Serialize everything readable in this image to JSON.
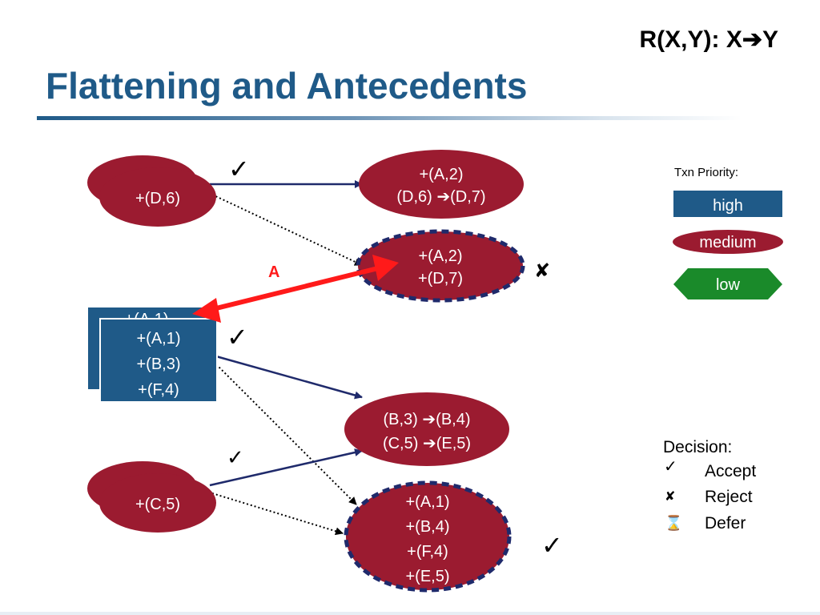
{
  "header": {
    "relation": "R(X,Y): X➔Y",
    "title": "Flattening and Antecedents"
  },
  "nodes": {
    "txn_top_left": "+(D,6)",
    "txn_top_right_line1": "+(A,2)",
    "txn_top_right_line2": "(D,6) ➔(D,7)",
    "txn_mid_right_line1": "+(A,2)",
    "txn_mid_right_line2": "+(D,7)",
    "txn_blue_shadow": "+(A,1)",
    "txn_blue_line1": "+(A,1)",
    "txn_blue_line2": "+(B,3)",
    "txn_blue_line3": "+(F,4)",
    "txn_mid_line1": "(B,3) ➔(B,4)",
    "txn_mid_line2": "(C,5) ➔(E,5)",
    "txn_bottom_left": "+(C,5)",
    "txn_bottom_right_line1": "+(A,1)",
    "txn_bottom_right_line2": "+(B,4)",
    "txn_bottom_right_line3": "+(F,4)",
    "txn_bottom_right_line4": "+(E,5)"
  },
  "conflict_label": "A",
  "marks": {
    "check": "✓",
    "cross": "✘"
  },
  "priority_legend": {
    "title": "Txn Priority:",
    "high": "high",
    "medium": "medium",
    "low": "low"
  },
  "decision_legend": {
    "title": "Decision:",
    "accept_icon": "✓",
    "accept": "Accept",
    "reject_icon": "✘",
    "reject": "Reject",
    "defer_icon": "⌛",
    "defer": "Defer"
  },
  "colors": {
    "high": "#1f5a88",
    "medium": "#9b1b30",
    "low": "#1a8a2a",
    "arrow": "#1f2a6b",
    "conflict": "#ff1a1a",
    "title": "#1f5a88"
  }
}
